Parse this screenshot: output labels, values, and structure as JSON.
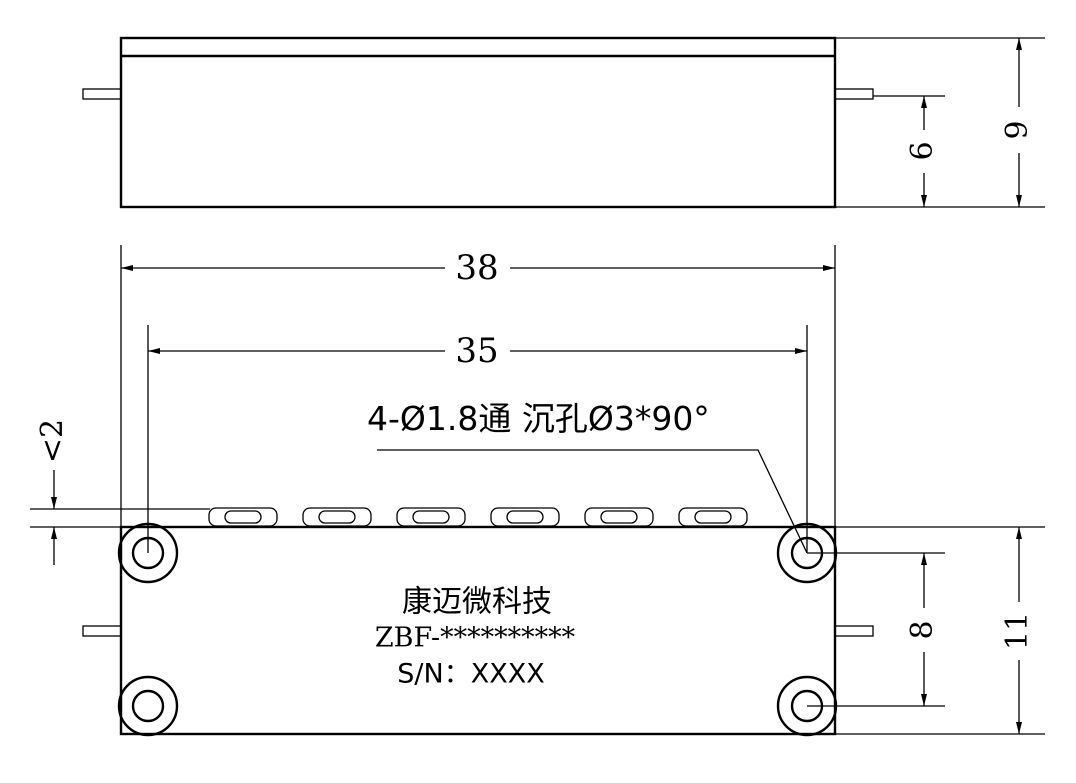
{
  "drawing": {
    "dimensions": {
      "height_total": "9",
      "height_pin": "6",
      "length_overall": "38",
      "hole_pitch": "35",
      "connector_height": "<2",
      "hole_spacing_vertical": "8",
      "width_total": "11"
    },
    "hole_callout": "4-Ø1.8通 沉孔Ø3*90°",
    "label_lines": [
      "康迈微科技",
      "ZBF-**********",
      "S/N：XXXX"
    ]
  }
}
